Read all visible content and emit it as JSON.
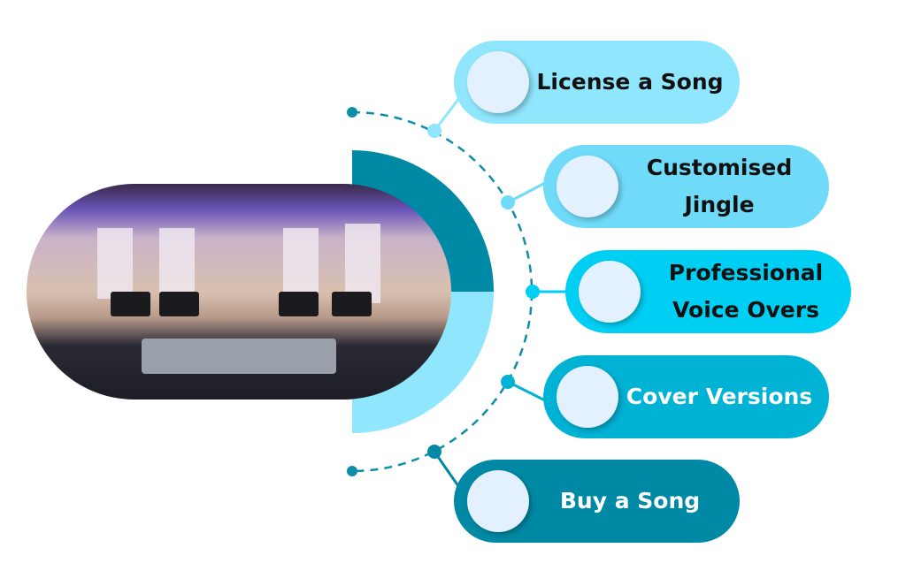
{
  "items": [
    {
      "label": "License a Song",
      "color": "#8fe6fd",
      "text_color": "#111111"
    },
    {
      "label": "Customised Jingle",
      "color": "#6fdbf9",
      "text_color": "#111111"
    },
    {
      "label": "Professional Voice Overs",
      "color": "#00cff4",
      "text_color": "#111111"
    },
    {
      "label": "Cover Versions",
      "color": "#00b2d4",
      "text_color": "#ffffff"
    },
    {
      "label": "Buy a Song",
      "color": "#0089a4",
      "text_color": "#ffffff"
    }
  ],
  "colors": {
    "arc": "#0e8ea6",
    "ring_dark": "#0089a4",
    "ring_light": "#8fe6fd"
  }
}
